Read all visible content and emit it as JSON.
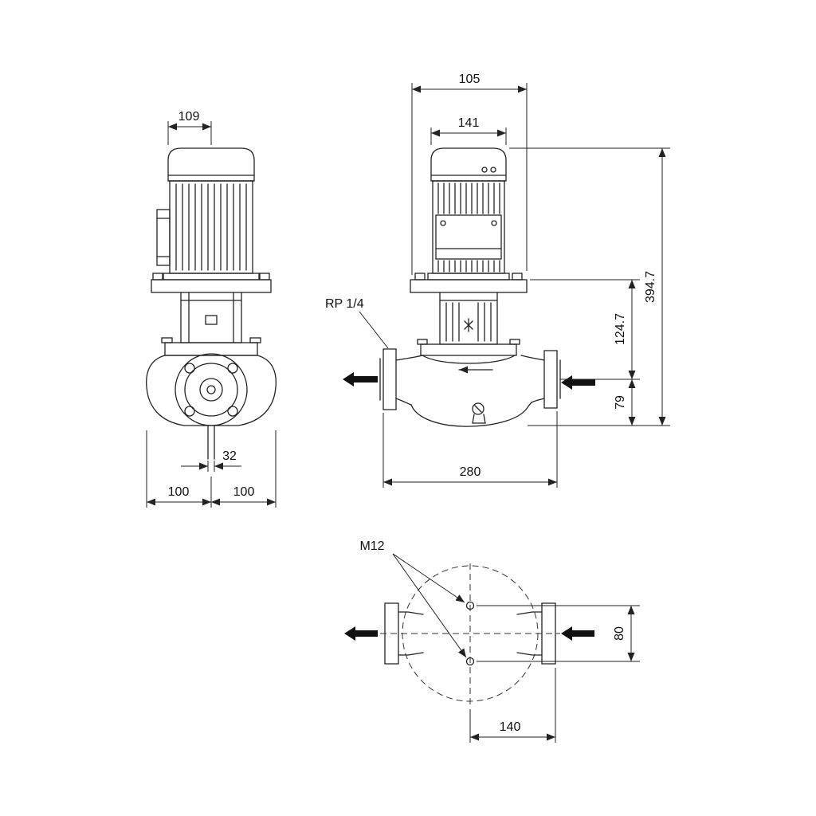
{
  "drawing_type": "pump-dimensional-drawing",
  "front_view": {
    "dim_motor_to_center": "109",
    "dim_shaft": "32",
    "dim_left_half": "100",
    "dim_right_half": "100"
  },
  "side_view": {
    "dim_top_width": "105",
    "dim_motor_width": "141",
    "port_thread_label": "RP 1/4",
    "dim_total_height": "394.7",
    "dim_mid_height": "124.7",
    "dim_port_height": "79",
    "dim_port_to_port": "280"
  },
  "plan_view": {
    "bolt_label": "M12",
    "dim_hole_offset": "80",
    "dim_center_to_flange": "140"
  }
}
